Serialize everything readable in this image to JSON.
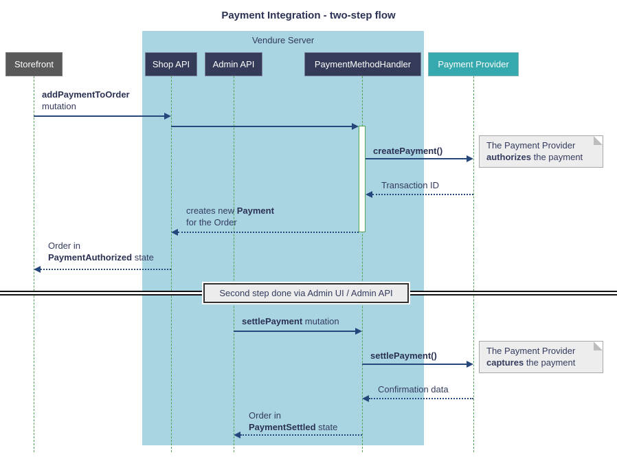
{
  "diagram": {
    "title": "Payment Integration - two-step flow",
    "server_group_label": "Vendure Server",
    "divider_label": "Second step done via Admin UI / Admin API"
  },
  "participants": {
    "storefront": "Storefront",
    "shop_api": "Shop API",
    "admin_api": "Admin API",
    "payment_method_handler": "PaymentMethodHandler",
    "payment_provider": "Payment Provider"
  },
  "messages": {
    "add_payment": {
      "bold": "addPaymentToOrder",
      "line2": "mutation"
    },
    "create_payment": {
      "bold": "createPayment()"
    },
    "transaction_id": {
      "text": "Transaction ID"
    },
    "creates_payment": {
      "pre": "creates new ",
      "bold": "Payment",
      "line2": "for the Order"
    },
    "order_authorized": {
      "line1": "Order in",
      "bold": "PaymentAuthorized",
      "rest": " state"
    },
    "settle_payment_mutation": {
      "bold": "settlePayment",
      "rest": " mutation"
    },
    "settle_payment_call": {
      "bold": "settlePayment()"
    },
    "confirmation_data": {
      "text": "Confirmation data"
    },
    "order_settled": {
      "line1": "Order in",
      "bold": "PaymentSettled",
      "rest": " state"
    }
  },
  "notes": {
    "authorize": {
      "line1": "The Payment Provider",
      "bold": "authorizes",
      "rest": " the payment"
    },
    "capture": {
      "line1": "The Payment Provider",
      "bold": "captures",
      "rest": " the payment"
    }
  },
  "colors": {
    "server_group_fill": "#A9D5E3",
    "participant_fill": "#343B59",
    "storefront_fill": "#595959",
    "provider_fill": "#35A9AD",
    "lifeline_green": "#52A352",
    "arrow_navy": "#26477B",
    "text_navy": "#333B5E",
    "note_fill": "#EDEDED",
    "divider_box_fill": "#ECECEC"
  }
}
